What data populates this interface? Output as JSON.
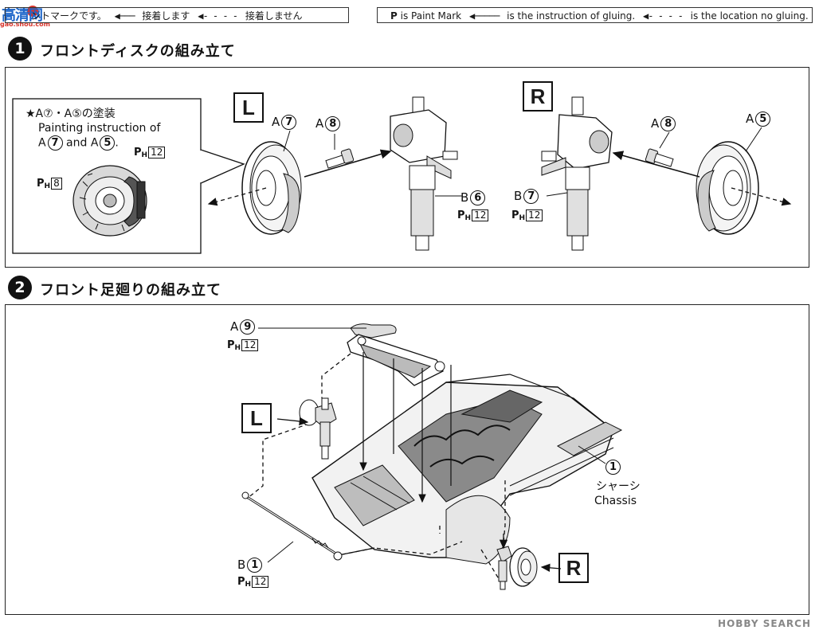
{
  "watermark": {
    "main": "高清网",
    "sub": "gao.shou.com"
  },
  "legend_jp": {
    "paint_mark": "ントマークです。",
    "glue": "接着します",
    "no_glue": "接着しません"
  },
  "legend_en": {
    "p": "P",
    "paint_mark": " is Paint Mark",
    "glue": "is the instruction of gluing.",
    "no_glue": "is the location no gluing."
  },
  "step1": {
    "number": "1",
    "title": "フロントディスクの組み立て",
    "note_line1": "★A⑦・A⑤の塗装",
    "note_line2": "Painting instruction of",
    "note_line3_a": "A",
    "note_line3_b": "and A",
    "note_line3_c": ".",
    "circ7": "7",
    "circ5": "5",
    "inset_ph_top": "12",
    "inset_ph_left": "8",
    "left_tag": "L",
    "right_tag": "R",
    "a7_letter": "A",
    "a7_num": "7",
    "a8_letter": "A",
    "a8_num": "8",
    "b6_letter": "B",
    "b6_num": "6",
    "b6_ph": "12",
    "b7_letter": "B",
    "b7_num": "7",
    "b7_ph": "12",
    "a8r_letter": "A",
    "a8r_num": "8",
    "a5_letter": "A",
    "a5_num": "5"
  },
  "step2": {
    "number": "2",
    "title": "フロント足廻りの組み立て",
    "a9_letter": "A",
    "a9_num": "9",
    "a9_ph": "12",
    "left_tag": "L",
    "right_tag": "R",
    "chassis_num": "1",
    "chassis_jp": "シャーシ",
    "chassis_en": "Chassis",
    "b1_letter": "B",
    "b1_num": "1",
    "b1_ph": "12"
  },
  "ph_label": {
    "p": "P",
    "h": "H"
  },
  "footer": "HOBBY SEARCH"
}
